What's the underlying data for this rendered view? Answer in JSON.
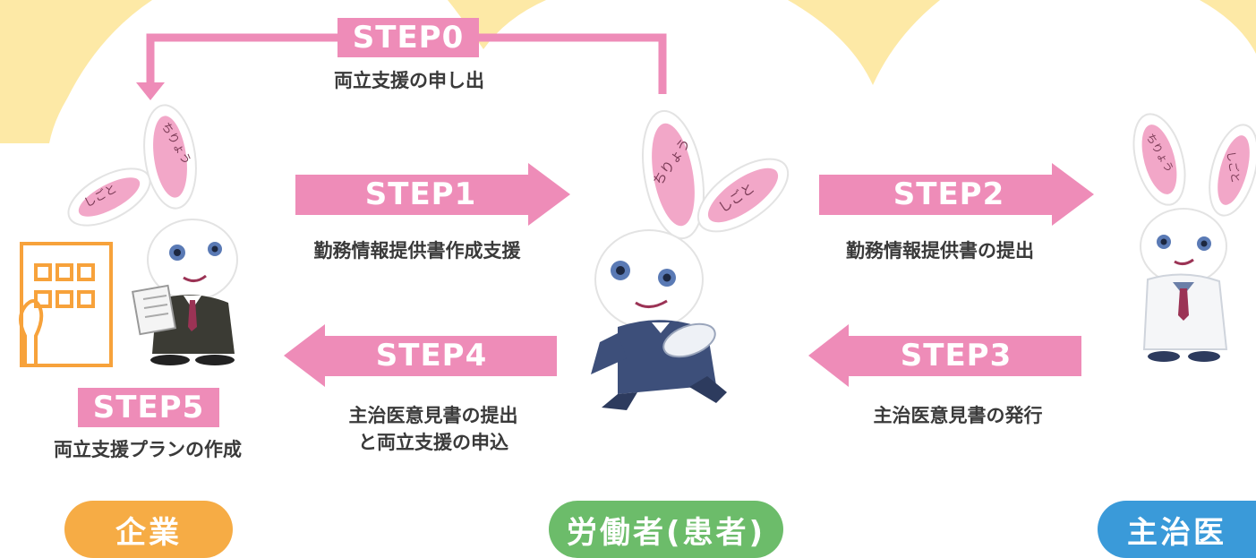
{
  "colors": {
    "pink": "#ee8cb8",
    "yellow": "#fde9a6",
    "orange": "#f6ac45",
    "green": "#6cbc6a",
    "blue": "#3a9ad9",
    "building": "#f7a23b"
  },
  "steps": [
    {
      "id": "step0",
      "label": "STEP0",
      "desc": "両立支援の申し出"
    },
    {
      "id": "step1",
      "label": "STEP1",
      "desc": "勤務情報提供書作成支援"
    },
    {
      "id": "step2",
      "label": "STEP2",
      "desc": "勤務情報提供書の提出"
    },
    {
      "id": "step3",
      "label": "STEP3",
      "desc": "主治医意見書の発行"
    },
    {
      "id": "step4",
      "label": "STEP4",
      "desc_line1": "主治医意見書の提出",
      "desc_line2": "と両立支援の申込"
    },
    {
      "id": "step5",
      "label": "STEP5",
      "desc": "両立支援プランの作成"
    }
  ],
  "actors": {
    "company": "企業",
    "worker": "労働者(患者)",
    "doctor": "主治医"
  },
  "ear_text": {
    "chiryou": "ちりょう",
    "shigoto": "しごと"
  }
}
